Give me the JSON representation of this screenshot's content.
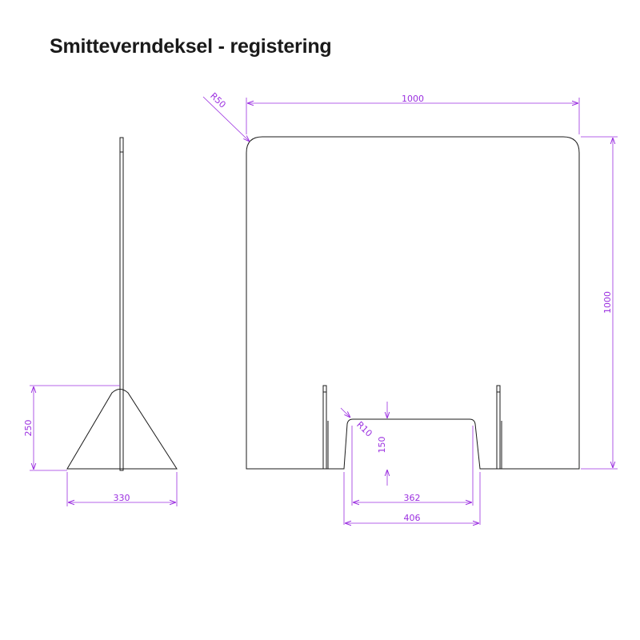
{
  "title": "Smitteverndeksel - registering",
  "dimensions": {
    "overall_width": "1000",
    "overall_height": "1000",
    "corner_radius": "R50",
    "cutout_radius": "R10",
    "cutout_height": "150",
    "cutout_top_width": "362",
    "cutout_bottom_width": "406",
    "foot_height": "250",
    "foot_width": "330"
  },
  "colors": {
    "dimension": "#9b2fe0",
    "outline": "#1a1a1a"
  }
}
